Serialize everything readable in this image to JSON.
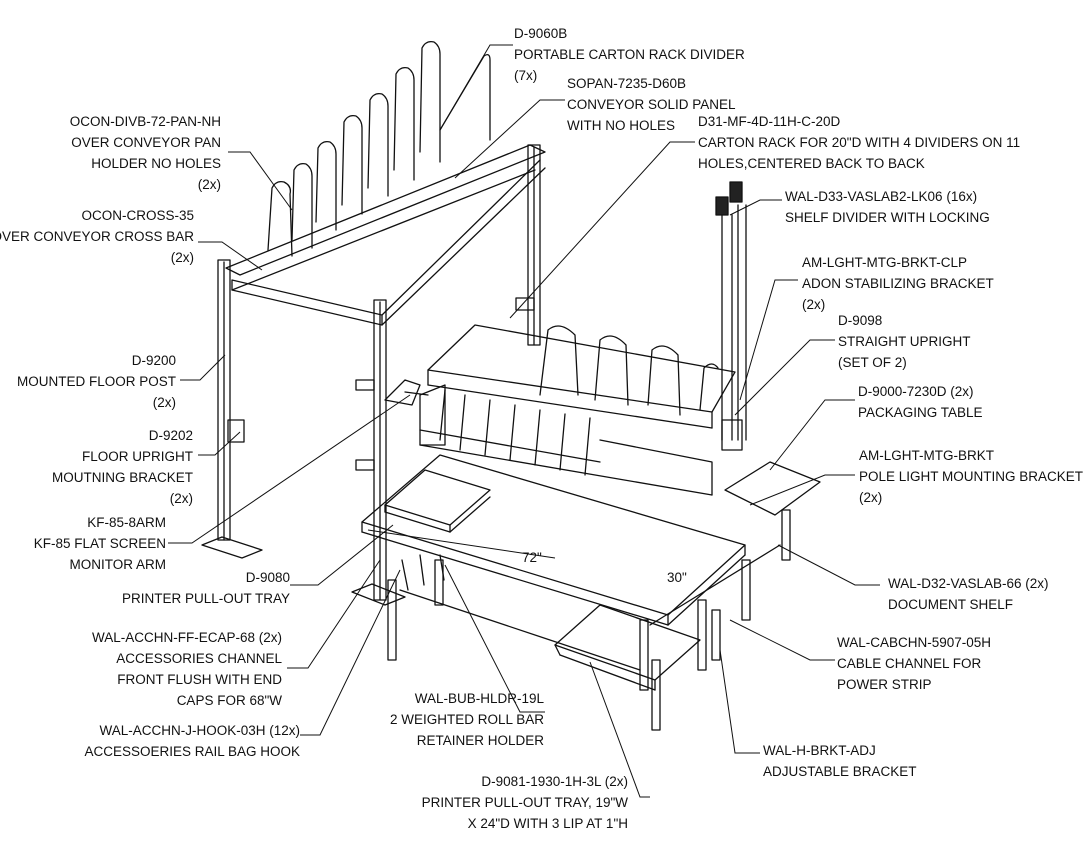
{
  "callouts": {
    "c1": [
      "D-9060B",
      "PORTABLE CARTON RACK DIVIDER",
      "(7x)"
    ],
    "c2": [
      "SOPAN-7235-D60B",
      "CONVEYOR SOLID PANEL",
      "WITH NO HOLES"
    ],
    "c3": [
      "D31-MF-4D-11H-C-20D",
      "CARTON RACK FOR 20\"D WITH 4 DIVIDERS ON 11",
      "HOLES,CENTERED BACK TO BACK"
    ],
    "c4": [
      "OCON-DIVB-72-PAN-NH",
      "OVER CONVEYOR PAN",
      "HOLDER NO HOLES",
      "(2x)"
    ],
    "c5": [
      "WAL-D33-VASLAB2-LK06 (16x)",
      "SHELF DIVIDER WITH LOCKING"
    ],
    "c6": [
      "OCON-CROSS-35",
      "OVER CONVEYOR CROSS BAR",
      "(2x)"
    ],
    "c7": [
      "AM-LGHT-MTG-BRKT-CLP",
      "ADON STABILIZING BRACKET",
      "(2x)"
    ],
    "c8": [
      "D-9098",
      "STRAIGHT UPRIGHT",
      "(SET OF 2)"
    ],
    "c9": [
      "D-9200",
      "MOUNTED FLOOR POST",
      "(2x)"
    ],
    "c10": [
      "D-9000-7230D (2x)",
      "PACKAGING TABLE"
    ],
    "c11": [
      "D-9202",
      "FLOOR UPRIGHT",
      "MOUTNING BRACKET",
      "(2x)"
    ],
    "c12": [
      "AM-LGHT-MTG-BRKT",
      "POLE LIGHT MOUNTING BRACKET",
      "(2x)"
    ],
    "c13": [
      "KF-85-8ARM",
      "KF-85 FLAT SCREEN",
      "MONITOR ARM"
    ],
    "c14": [
      "D-9080",
      "PRINTER PULL-OUT TRAY"
    ],
    "c15": [
      "WAL-D32-VASLAB-66 (2x)",
      "DOCUMENT SHELF"
    ],
    "c16": [
      "WAL-ACCHN-FF-ECAP-68 (2x)",
      "ACCESSORIES CHANNEL",
      "FRONT FLUSH WITH END",
      "CAPS FOR 68\"W"
    ],
    "c17": [
      "WAL-CABCHN-5907-05H",
      "CABLE CHANNEL FOR",
      "POWER STRIP"
    ],
    "c18": [
      "WAL-BUB-HLDR-19L",
      "2 WEIGHTED ROLL BAR",
      "RETAINER HOLDER"
    ],
    "c19": [
      "WAL-ACCHN-J-HOOK-03H (12x)",
      "ACCESSOERIES RAIL BAG HOOK"
    ],
    "c20": [
      "WAL-H-BRKT-ADJ",
      "ADJUSTABLE BRACKET"
    ],
    "c21": [
      "D-9081-1930-1H-3L (2x)",
      "PRINTER PULL-OUT TRAY, 19\"W",
      "X 24\"D WITH 3 LIP AT 1\"H"
    ]
  },
  "dimensions": {
    "width": "72\"",
    "depth": "30\""
  }
}
